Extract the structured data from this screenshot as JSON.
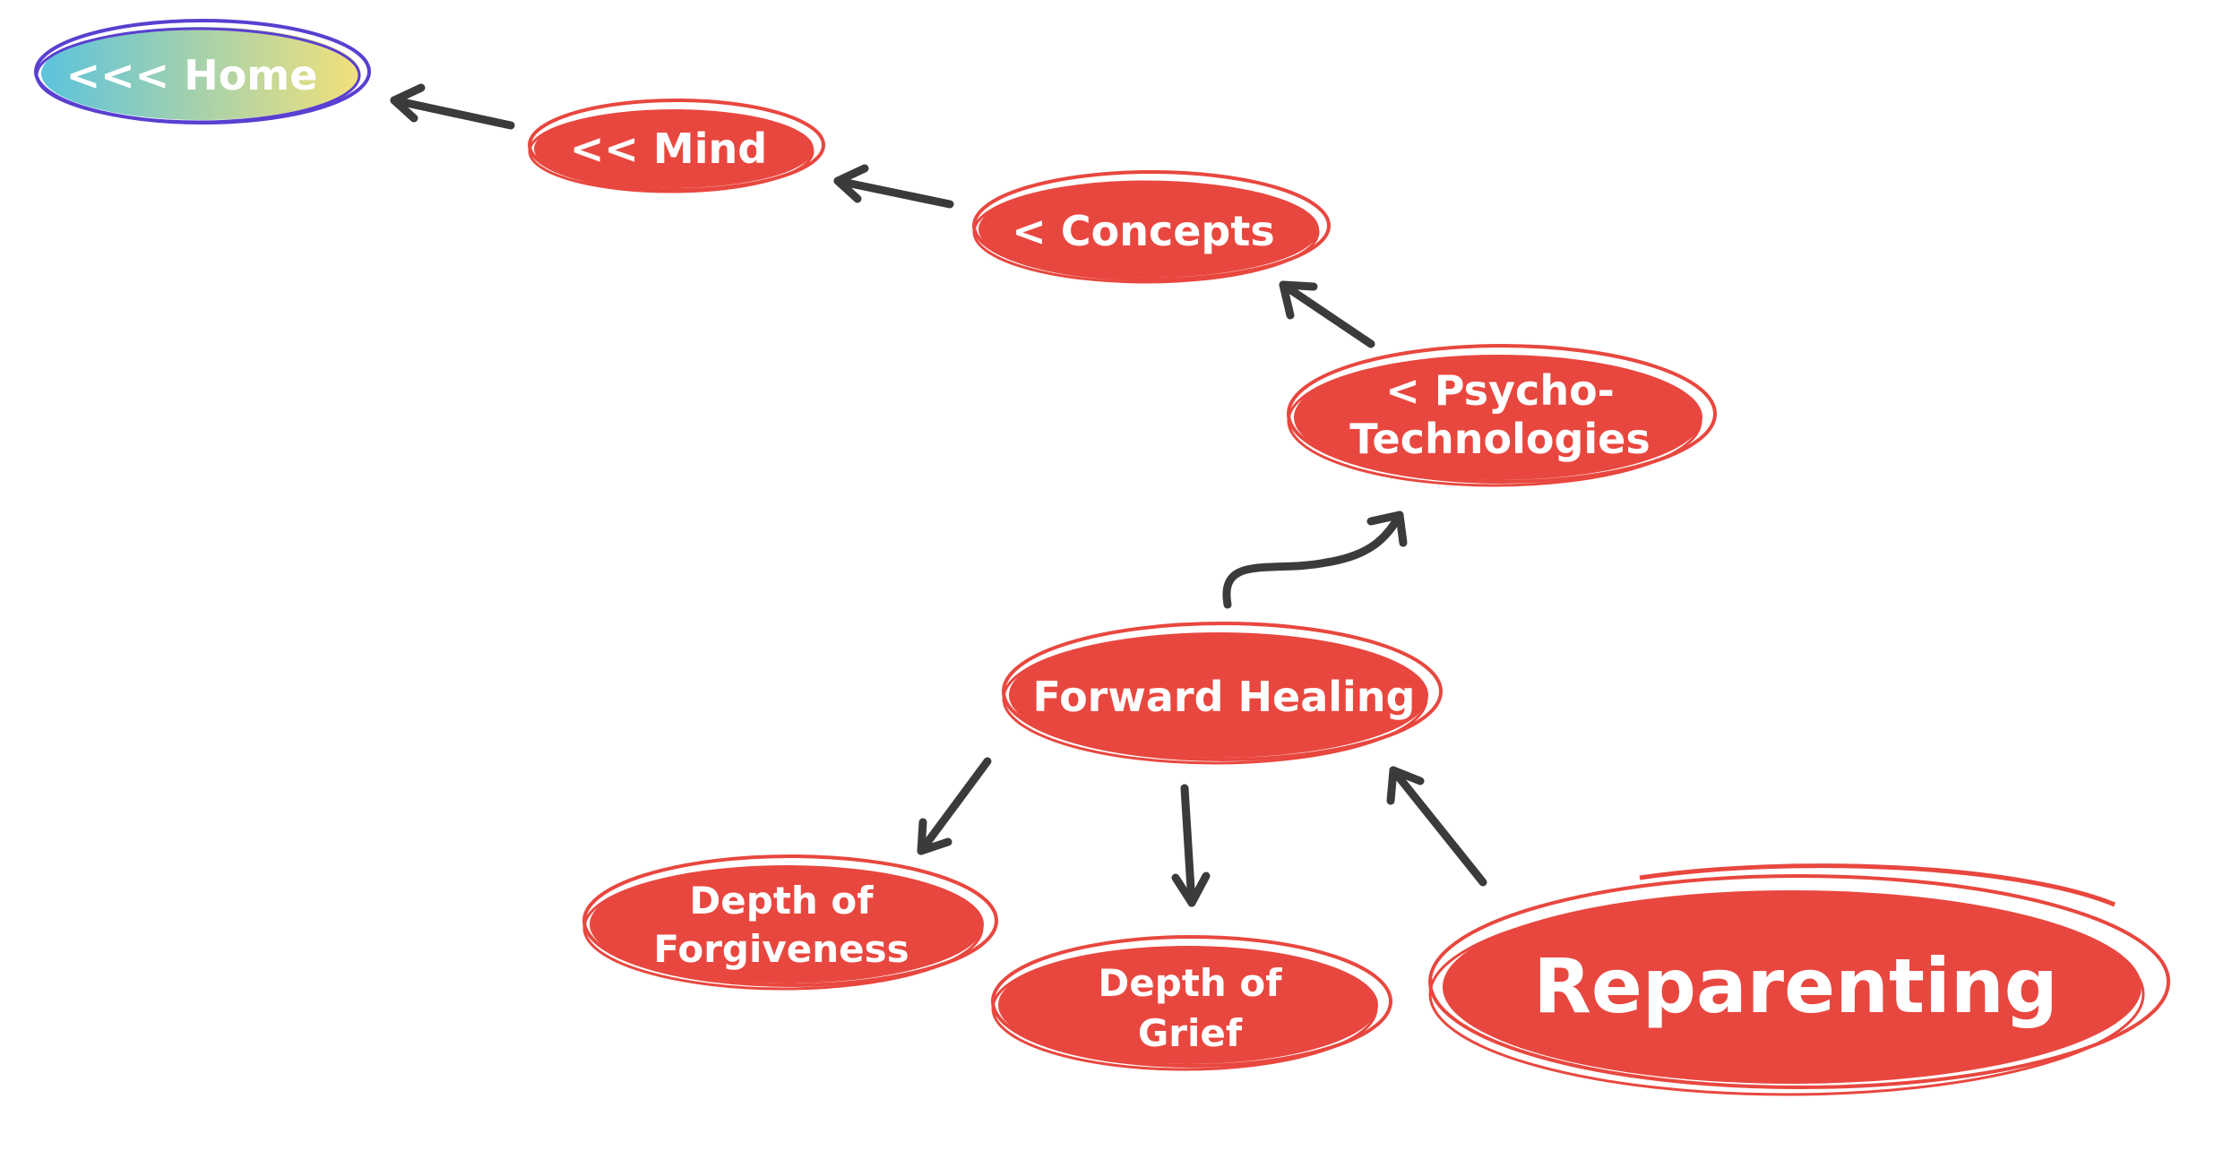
{
  "nodes": {
    "home": "<<< Home",
    "mind": "<< Mind",
    "concepts": "< Concepts",
    "psycho_line1": "< Psycho-",
    "psycho_line2": "Technologies",
    "forward_healing": "Forward Healing",
    "forgiveness_line1": "Depth of",
    "forgiveness_line2": "Forgiveness",
    "grief_line1": "Depth of",
    "grief_line2": "Grief",
    "reparenting": "Reparenting"
  },
  "colors": {
    "node_fill": "#e8473f",
    "node_outline": "#e8473f",
    "home_gradient_start": "#5bc3dc",
    "home_gradient_end": "#f2e07a",
    "home_outline": "#5a3fd0",
    "arrow": "#3b3b3b",
    "text": "#ffffff"
  }
}
